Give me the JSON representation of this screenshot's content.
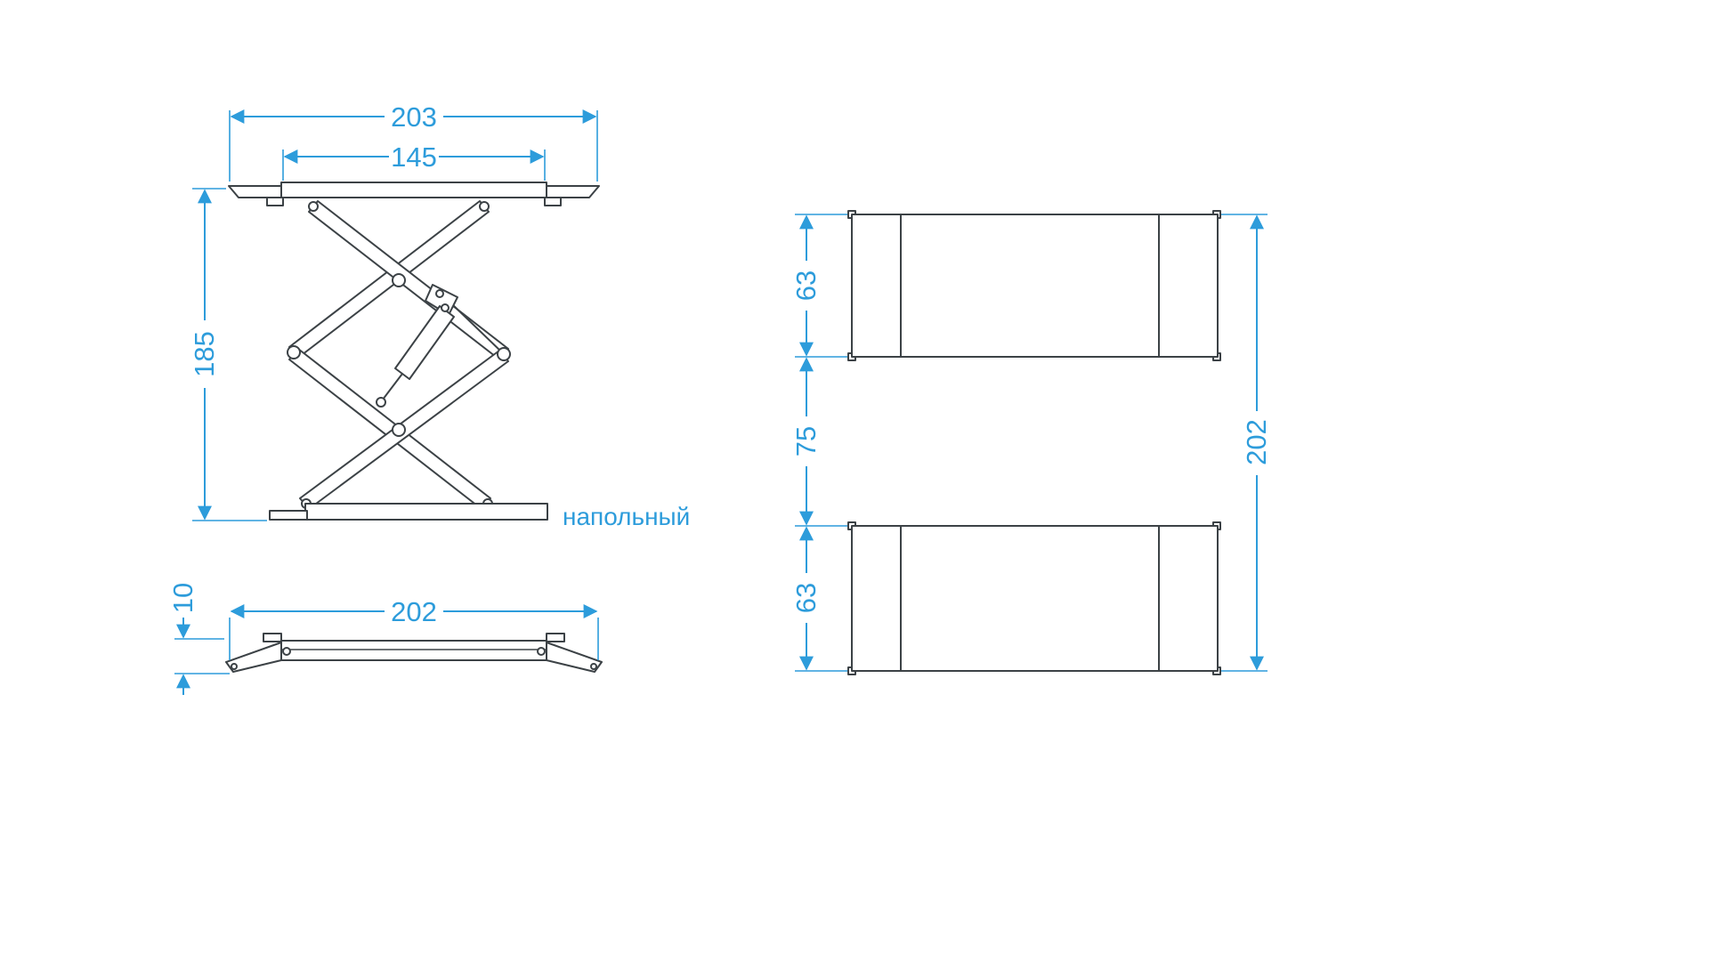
{
  "colors": {
    "accent": "#2D9CDB",
    "ink": "#3C4246",
    "background": "#FFFFFF"
  },
  "views": {
    "side_raised": {
      "dim_top_width": "203",
      "dim_platform_width": "145",
      "dim_height": "185",
      "label": "напольный"
    },
    "side_lowered": {
      "dim_length": "202",
      "dim_min_height": "10"
    },
    "top_view": {
      "dim_platform_front": "63",
      "dim_gap": "75",
      "dim_platform_rear": "63",
      "dim_total_length": "202"
    }
  }
}
